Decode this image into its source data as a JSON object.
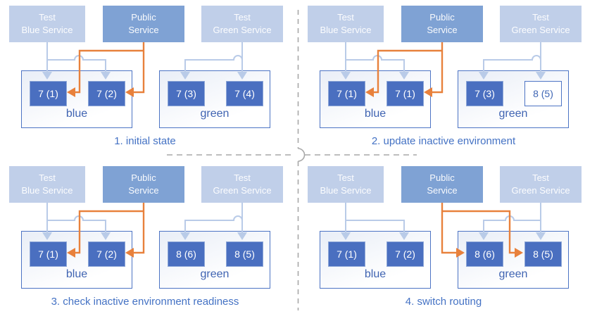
{
  "colors": {
    "service_test_fill": "#c0cfe9",
    "service_public_fill": "#7fa2d4",
    "pod_fill": "#4a6fc0",
    "pod_outline_border": "#4d74c4",
    "env_border": "#4d74c4",
    "wire_test": "#b9cbe8",
    "wire_public_orange": "#e8813c",
    "label_blue": "#4472c4",
    "divider_gray": "#a8a8a8"
  },
  "panels": [
    {
      "caption": "1. initial state",
      "services": [
        {
          "line1": "Test",
          "line2": "Blue Service"
        },
        {
          "line1": "Public",
          "line2": "Service"
        },
        {
          "line1": "Test",
          "line2": "Green Service"
        }
      ],
      "environments": [
        {
          "label": "blue",
          "pods": [
            {
              "label": "7 (1)"
            },
            {
              "label": "7 (2)"
            }
          ]
        },
        {
          "label": "green",
          "pods": [
            {
              "label": "7 (3)"
            },
            {
              "label": "7 (4)"
            }
          ]
        }
      ],
      "public_routes_to": "blue"
    },
    {
      "caption": "2. update inactive environment",
      "services": [
        {
          "line1": "Test",
          "line2": "Blue Service"
        },
        {
          "line1": "Public",
          "line2": "Service"
        },
        {
          "line1": "Test",
          "line2": "Green Service"
        }
      ],
      "environments": [
        {
          "label": "blue",
          "pods": [
            {
              "label": "7 (1)"
            },
            {
              "label": "7 (1)"
            }
          ]
        },
        {
          "label": "green",
          "pods": [
            {
              "label": "7 (3)"
            },
            {
              "label": "8 (5)",
              "outline": true
            }
          ]
        }
      ],
      "public_routes_to": "blue"
    },
    {
      "caption": "3. check inactive environment readiness",
      "services": [
        {
          "line1": "Test",
          "line2": "Blue Service"
        },
        {
          "line1": "Public",
          "line2": "Service"
        },
        {
          "line1": "Test",
          "line2": "Green Service"
        }
      ],
      "environments": [
        {
          "label": "blue",
          "pods": [
            {
              "label": "7 (1)"
            },
            {
              "label": "7 (2)"
            }
          ]
        },
        {
          "label": "green",
          "pods": [
            {
              "label": "8 (6)"
            },
            {
              "label": "8 (5)"
            }
          ]
        }
      ],
      "public_routes_to": "blue"
    },
    {
      "caption": "4. switch routing",
      "services": [
        {
          "line1": "Test",
          "line2": "Blue Service"
        },
        {
          "line1": "Public",
          "line2": "Service"
        },
        {
          "line1": "Test",
          "line2": "Green Service"
        }
      ],
      "environments": [
        {
          "label": "blue",
          "pods": [
            {
              "label": "7 (1)"
            },
            {
              "label": "7 (2)"
            }
          ]
        },
        {
          "label": "green",
          "pods": [
            {
              "label": "8 (6)"
            },
            {
              "label": "8 (5)"
            }
          ]
        }
      ],
      "public_routes_to": "green"
    }
  ]
}
